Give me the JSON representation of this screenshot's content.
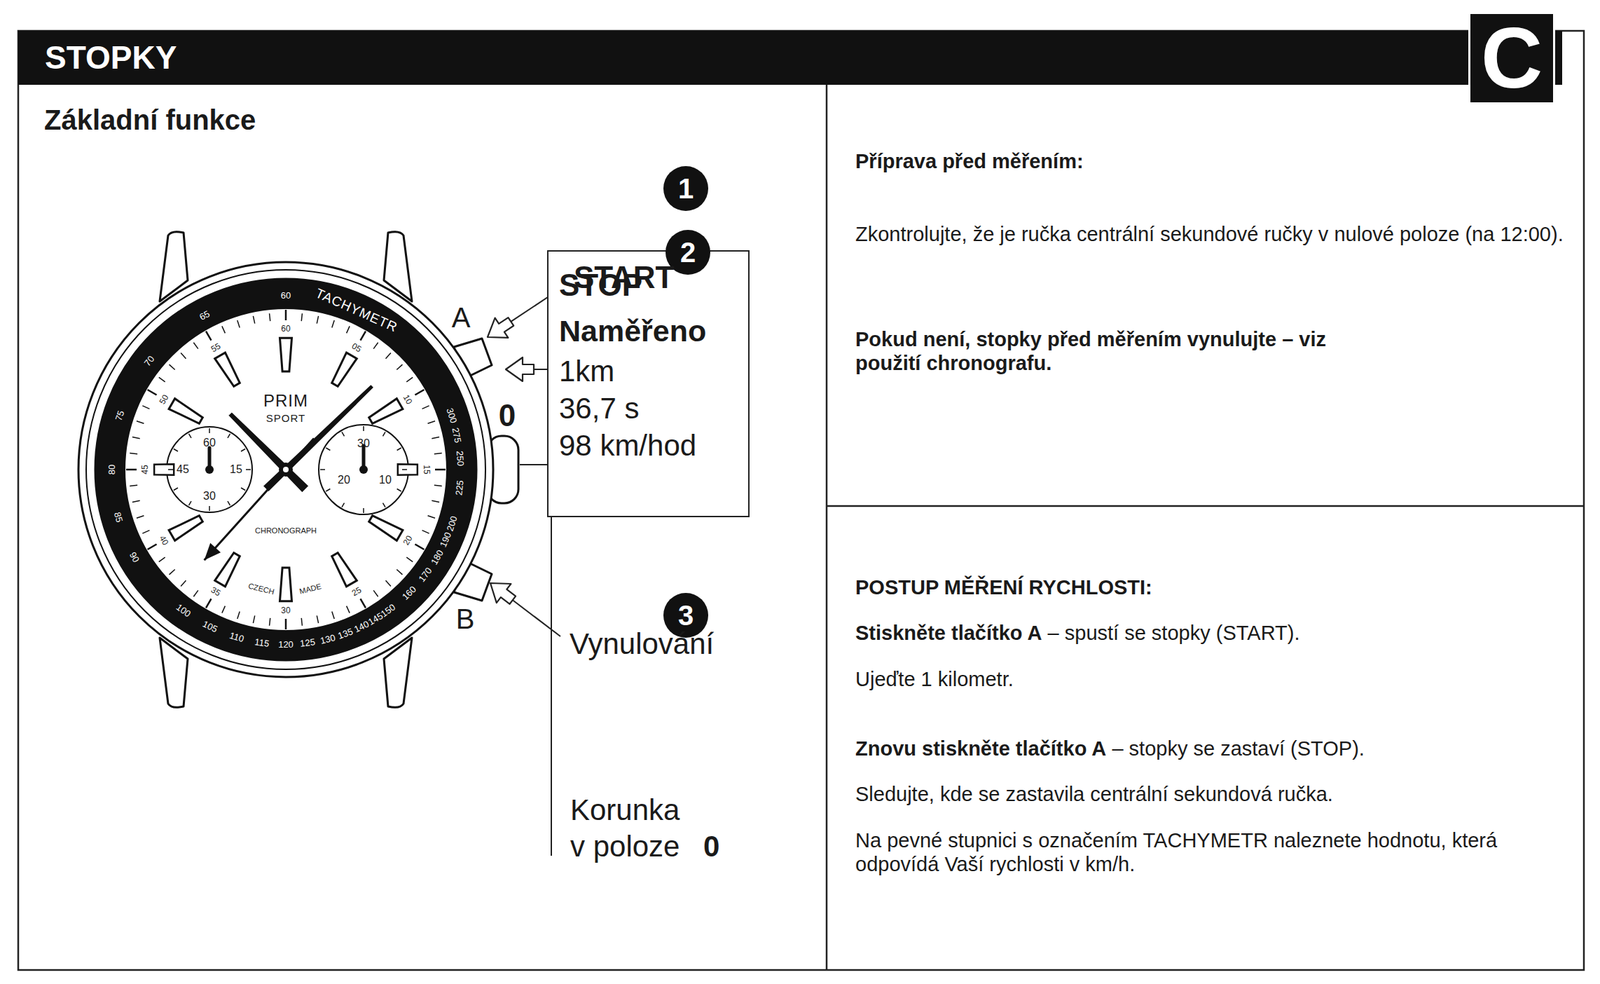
{
  "diagram": {
    "nodes": [
      {
        "text": [
          "STOPKY"
        ]
      },
      {
        "text": [
          "C"
        ]
      },
      {
        "text": [
          "Základní funkce"
        ]
      },
      {
        "text": [
          "STOP",
          "Naměřeno",
          "1km",
          "36,7 s",
          "98 km/hod"
        ],
        "in": 2
      },
      {
        "text": [
          "1"
        ],
        "in": 2
      },
      {
        "text": [
          "2"
        ],
        "in": 2
      },
      {
        "text": [
          "3"
        ],
        "in": 2
      },
      {
        "text": [
          "Příprava před měřením:",
          "Zkontrolujte, že je ručka centrální sekundové ručky v nulové poloze (na 12:00).",
          "Pokud není, stopky před měřením vynulujte – viz použití chronografu."
        ]
      },
      {
        "text": [
          "POSTUP MĚŘENÍ RYCHLOSTI:",
          "Stiskněte tlačítko A",
          "– spustí se stopky (START).",
          "Ujeďte 1 kilometr.",
          "Znovu stiskněte tlačítko A",
          "– stopky se zastaví (STOP).",
          "Sledujte, kde se zastavila centrální sekundová ručka.",
          "Na pevné stupnici s označením TACHYMETR naleznete hodnotu, která odpovídá Vaší rychlosti v km/h."
        ]
      }
    ],
    "labels": [
      "A",
      "0",
      "B",
      "START",
      "Vynulování",
      "Korunka v poloze",
      "0",
      "TACHYMETR",
      "PRIM",
      "SPORT",
      "CHRONOGRAPH",
      "CZECH",
      "MADE",
      "60",
      "65",
      "70",
      "75",
      "80",
      "85",
      "90",
      "100",
      "105",
      "110",
      "115",
      "120",
      "125",
      "130",
      "135",
      "140",
      "145",
      "150",
      "160",
      "170",
      "180",
      "190",
      "200",
      "225",
      "250",
      "275",
      "300",
      "60",
      "05",
      "10",
      "15",
      "20",
      "25",
      "30",
      "35",
      "40",
      "45",
      "50",
      "55",
      "60",
      "15",
      "30",
      "45",
      "30",
      "10",
      "20"
    ]
  }
}
